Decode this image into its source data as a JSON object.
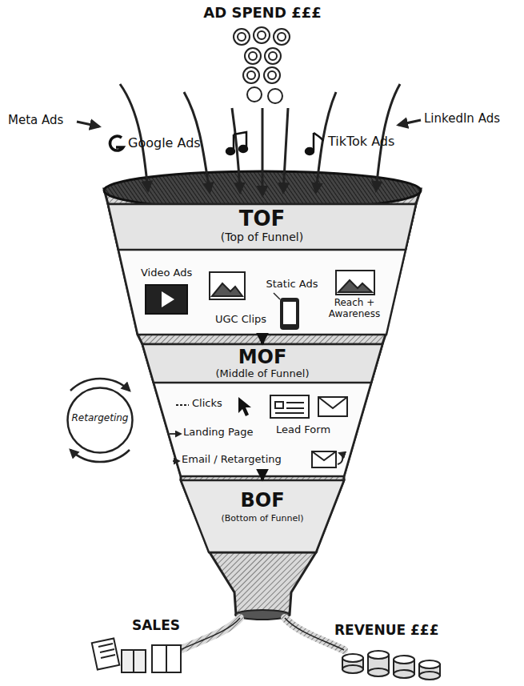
{
  "diagram": {
    "nodes": [
      {
        "text": [
          "TOF",
          "(Top of Funnel)"
        ]
      },
      {
        "text": [
          "MOF",
          "(Middle of Funnel)"
        ]
      },
      {
        "text": [
          "BOF",
          "(Bottom of Funnel)"
        ]
      },
      {
        "text": [
          "Retargeting"
        ]
      }
    ],
    "edges": [
      {
        "from": 0,
        "to": 1,
        "arrow": "to"
      },
      {
        "from": 1,
        "to": 2,
        "arrow": "to"
      }
    ],
    "labels": [
      "AD SPEND £££",
      "Meta Ads",
      "Google Ads",
      "TikTok Ads",
      "LinkedIn Ads",
      "Video Ads",
      "UGC Clips",
      "Static Ads",
      "Reach + Awareness",
      "Clicks",
      "Landing Page",
      "Lead Form",
      "Email / Retargeting",
      "SALES",
      "REVENUE £££"
    ]
  }
}
